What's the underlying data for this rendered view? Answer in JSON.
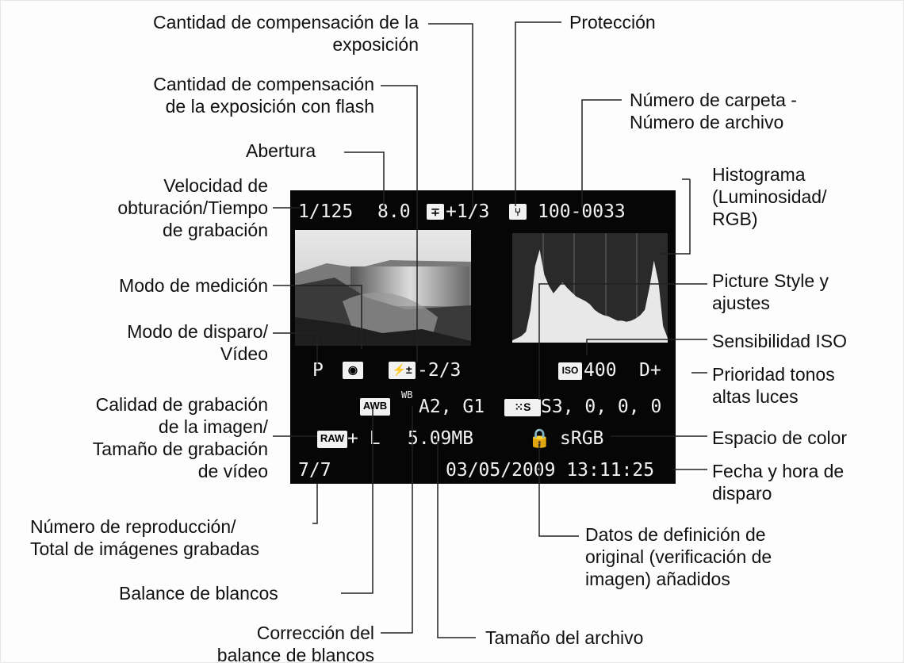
{
  "labels": {
    "exposure_comp": [
      "Cantidad de compensación de la",
      "exposición"
    ],
    "protection": "Protección",
    "flash_comp": [
      "Cantidad de compensación",
      "de la exposición con flash"
    ],
    "folder_file": [
      "Número de carpeta -",
      "Número de archivo"
    ],
    "aperture": "Abertura",
    "histogram": [
      "Histograma",
      "(Luminosidad/",
      "RGB)"
    ],
    "shutter": [
      "Velocidad de",
      "obturación/Tiempo",
      "de grabación"
    ],
    "metering": "Modo de medición",
    "picture_style": [
      "Picture Style y",
      "ajustes"
    ],
    "shooting_mode": [
      "Modo de disparo/",
      "Vídeo"
    ],
    "iso": "Sensibilidad ISO",
    "highlight": [
      "Prioridad tonos",
      "altas luces"
    ],
    "quality": [
      "Calidad de grabación",
      "de la imagen/",
      "Tamaño de grabación",
      "de vídeo"
    ],
    "color_space": "Espacio de color",
    "datetime": [
      "Fecha y hora de",
      "disparo"
    ],
    "playback_no": [
      "Número de reproducción/",
      "Total de imágenes grabadas"
    ],
    "verification": [
      "Datos de definición de",
      "original (verificación de",
      "imagen) añadidos"
    ],
    "white_balance": "Balance de blancos",
    "wb_correction": [
      "Corrección del",
      "balance de blancos"
    ],
    "file_size": "Tamaño del archivo"
  },
  "screen": {
    "shutter": "1/125",
    "aperture": "8.0",
    "exp_comp": "+1/3",
    "folder_file": "100-0033",
    "mode": "P",
    "flash_comp": "-2/3",
    "iso": "400",
    "iso_icon": "ISO",
    "highlight": "D+",
    "awb": "AWB",
    "wb_shift": "A2, G1",
    "wb_icon": "WB",
    "picture_style": "S3,  0,  0,  0",
    "raw": "RAW",
    "quality": "+ L",
    "file_size": "5.09MB",
    "color_space": "sRGB",
    "playback": "7/7",
    "datetime": "03/05/2009  13:11:25"
  },
  "histogram_levels": [
    0.02,
    0.04,
    0.06,
    0.1,
    0.3,
    0.7,
    0.85,
    0.62,
    0.52,
    0.45,
    0.5,
    0.55,
    0.5,
    0.46,
    0.42,
    0.4,
    0.38,
    0.35,
    0.3,
    0.27,
    0.25,
    0.24,
    0.22,
    0.2,
    0.2,
    0.19,
    0.2,
    0.22,
    0.25,
    0.3,
    0.5,
    0.75,
    0.55,
    0.15,
    0.04
  ],
  "icons": [
    "exposure-comp-icon",
    "protect-key-icon",
    "metering-icon",
    "flash-comp-icon",
    "iso-icon",
    "awb-icon",
    "wb-shift-icon",
    "picture-style-icon",
    "raw-icon",
    "lock-icon"
  ]
}
